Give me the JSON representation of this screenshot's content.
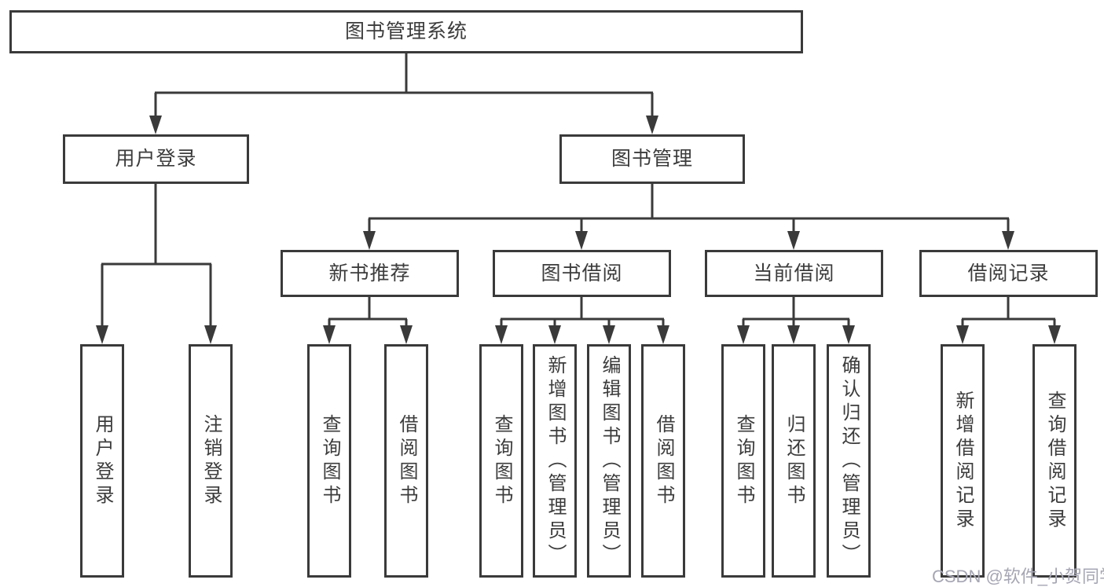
{
  "diagram": {
    "root": {
      "label": "图书管理系统"
    },
    "level2": [
      {
        "label": "用户登录",
        "children": [
          {
            "label": "用户登录"
          },
          {
            "label": "注销登录"
          }
        ]
      },
      {
        "label": "图书管理",
        "children": [
          {
            "label": "新书推荐",
            "children": [
              {
                "label": "查询图书"
              },
              {
                "label": "借阅图书"
              }
            ]
          },
          {
            "label": "图书借阅",
            "children": [
              {
                "label": "查询图书"
              },
              {
                "label": "新增图书（管理员）"
              },
              {
                "label": "编辑图书（管理员）"
              },
              {
                "label": "借阅图书"
              }
            ]
          },
          {
            "label": "当前借阅",
            "children": [
              {
                "label": "查询图书"
              },
              {
                "label": "归还图书"
              },
              {
                "label": "确认归还（管理员）"
              }
            ]
          },
          {
            "label": "借阅记录",
            "children": [
              {
                "label": "新增借阅记录"
              },
              {
                "label": "查询借阅记录"
              }
            ]
          }
        ]
      }
    ]
  },
  "watermark": {
    "text": "CSDN @软件_小贺同学"
  },
  "colors": {
    "line": "#3a3a3a",
    "text": "#3c3c3c",
    "watermark": "#a6a6b4",
    "background": "#ffffff"
  }
}
